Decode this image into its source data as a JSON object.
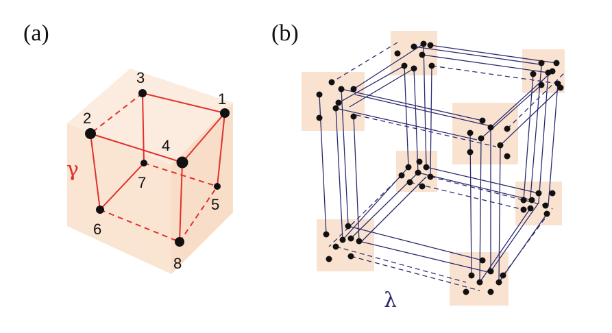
{
  "panels": {
    "a": {
      "label": "(a)",
      "coupling_symbol": "γ",
      "vertex_labels": [
        "1",
        "2",
        "3",
        "4",
        "5",
        "6",
        "7",
        "8"
      ]
    },
    "b": {
      "label": "(b)",
      "coupling_symbol": "λ"
    }
  },
  "colors": {
    "cube_fill": "#f8dcc4",
    "intracell_bond": "#e0302a",
    "intercell_bond": "#2a2a6e",
    "site": "#111111",
    "gamma_label": "#e0302a",
    "lambda_label": "#2a2a6e"
  }
}
